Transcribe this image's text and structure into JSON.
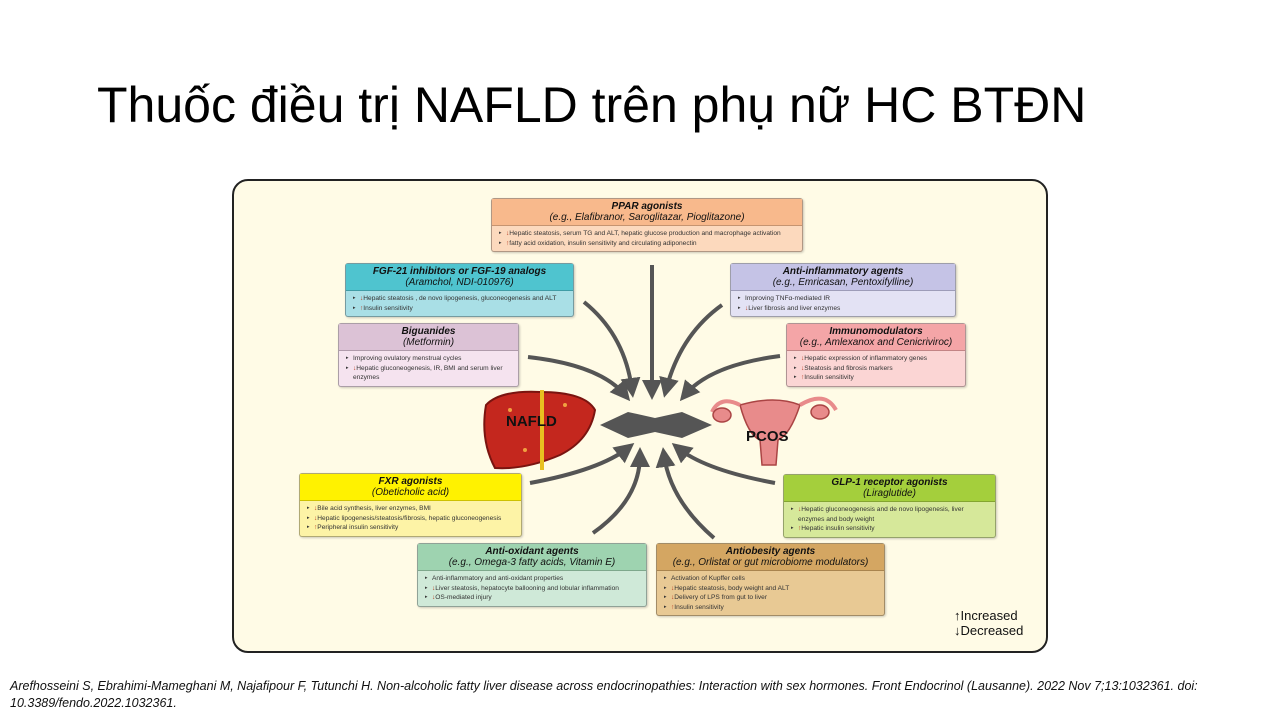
{
  "slide": {
    "title": "Thuốc điều trị NAFLD trên phụ nữ HC BTĐN",
    "citation": "Arefhosseini S, Ebrahimi-Mameghani M, Najafipour F, Tutunchi H. Non-alcoholic fatty liver disease across endocrinopathies: Interaction with sex hormones. Front Endocrinol (Lausanne). 2022 Nov 7;13:1032361.  doi: 10.3389/fendo.2022.1032361."
  },
  "diagram": {
    "nafld_label": "NAFLD",
    "pcos_label": "PCOS",
    "legend": {
      "increased": "↑Increased",
      "decreased": "↓Decreased"
    },
    "boxes": [
      {
        "title": "PPAR agonists",
        "sub": "(e.g., Elafibranor, Saroglitazar, Pioglitazone)",
        "color": "#f8b98c",
        "body": "#fcd9bd",
        "items": [
          {
            "mark": "↓",
            "text": "Hepatic steatosis, serum TG and ALT, hepatic glucose production and macrophage activation"
          },
          {
            "mark": "↑",
            "text": "fatty acid oxidation, insulin sensitivity and circulating adiponectin"
          }
        ]
      },
      {
        "title": "FGF-21 inhibitors or FGF-19 analogs",
        "sub": "(Aramchol, NDI-010976)",
        "color": "#4fc4cf",
        "body": "#a9dfe6",
        "items": [
          {
            "mark": "↓",
            "text": "Hepatic steatosis , de novo lipogenesis, gluconeogenesis and ALT"
          },
          {
            "mark": "↑",
            "text": "Insulin sensitivity"
          }
        ]
      },
      {
        "title": "Anti-inflammatory agents",
        "sub": "(e.g., Emricasan, Pentoxifylline)",
        "color": "#c5c3e6",
        "body": "#e3e2f4",
        "items": [
          {
            "mark": "",
            "text": "Improving TNFα-mediated IR"
          },
          {
            "mark": "↓",
            "text": "Liver fibrosis  and liver enzymes"
          }
        ]
      },
      {
        "title": "Biguanides",
        "sub": "(Metformin)",
        "color": "#dcc2d6",
        "body": "#f5e3ef",
        "items": [
          {
            "mark": "",
            "text": "Improving ovulatory menstrual cycles"
          },
          {
            "mark": "↓",
            "text": "Hepatic gluconeogenesis, IR, BMI and serum liver enzymes"
          }
        ]
      },
      {
        "title": "Immunomodulators",
        "sub": "(e.g., Amlexanox and Cenicriviroc)",
        "color": "#f4a5a7",
        "body": "#fbd5d4",
        "items": [
          {
            "mark": "↓",
            "text": "Hepatic expression of inflammatory genes"
          },
          {
            "mark": "↓",
            "text": "Steatosis and fibrosis markers"
          },
          {
            "mark": "↑",
            "text": "Insulin sensitivity"
          }
        ]
      },
      {
        "title": "FXR agonists",
        "sub": "(Obeticholic acid)",
        "color": "#fff200",
        "body": "#fdf3a6",
        "items": [
          {
            "mark": "↓",
            "text": "Bile acid synthesis, liver enzymes, BMI"
          },
          {
            "mark": "↓",
            "text": "Hepatic lipogenesis/steatosis/fibrosis, hepatic gluconeogenesis"
          },
          {
            "mark": "↑",
            "text": "Peripheral insulin sensitivity"
          }
        ]
      },
      {
        "title": "GLP-1 receptor agonists",
        "sub": "(Liraglutide)",
        "color": "#a4cf3c",
        "body": "#d6e89a",
        "items": [
          {
            "mark": "↓",
            "text": "Hepatic gluconeogenesis and de novo lipogenesis, liver enzymes and body weight"
          },
          {
            "mark": "↑",
            "text": "Hepatic insulin sensitivity"
          }
        ]
      },
      {
        "title": "Anti-oxidant agents",
        "sub": "(e.g., Omega-3 fatty acids, Vitamin E)",
        "color": "#9ed3b0",
        "body": "#cfe9d8",
        "items": [
          {
            "mark": "",
            "text": "Anti-inflammatory and anti-oxidant properties"
          },
          {
            "mark": "↓",
            "text": "Liver steatosis, hepatocyte ballooning and lobular inflammation"
          },
          {
            "mark": "↓",
            "text": "OS-mediated injury"
          }
        ]
      },
      {
        "title": "Antiobesity agents",
        "sub": "(e.g., Orlistat or gut microbiome modulators)",
        "color": "#d4a662",
        "body": "#e8c994",
        "items": [
          {
            "mark": "",
            "text": "Activation of Kupffer cells"
          },
          {
            "mark": "↓",
            "text": "Hepatic steatosis, body weight and ALT"
          },
          {
            "mark": "↓",
            "text": "Delivery of LPS from gut to liver"
          },
          {
            "mark": "↑",
            "text": "Insulin sensitivity"
          }
        ]
      }
    ]
  }
}
